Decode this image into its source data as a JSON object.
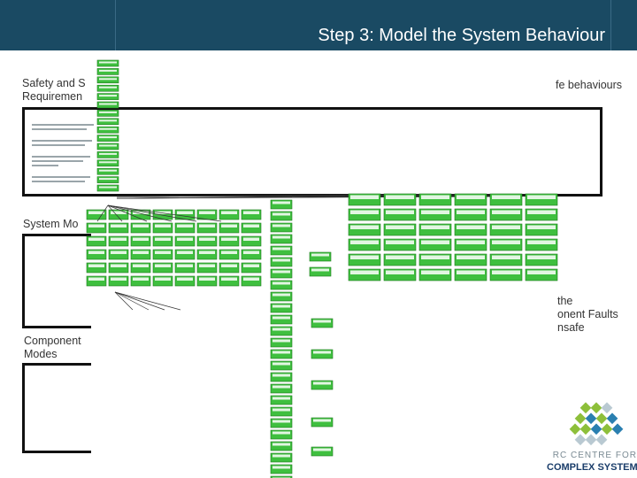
{
  "slide": {
    "title": "Step 3: Model the System Behaviour"
  },
  "labels": {
    "safety_req_line1": "Safety and S",
    "safety_req_line2": "Requiremen",
    "unsafe_behaviours": "fe behaviours",
    "system_model": "System Mo",
    "component_modes_line1": "Component",
    "component_modes_line2": "Modes",
    "faults_line1": "the",
    "faults_line2": "onent Faults",
    "faults_line3": "nsafe"
  },
  "logo": {
    "line1": "RC CENTRE FOR",
    "line2": "COMPLEX SYSTEMS"
  },
  "colors": {
    "header": "#1a4a63",
    "node_fill": "#3fbf3f",
    "node_border": "#1d7a1d",
    "node_label_bg": "#ffffff"
  }
}
